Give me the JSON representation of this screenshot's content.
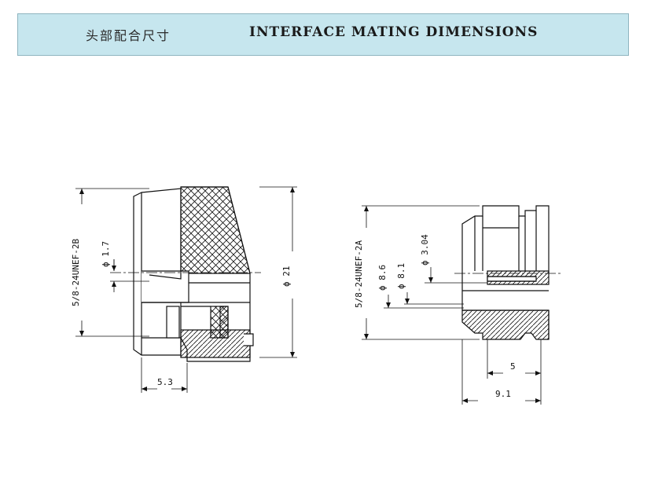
{
  "header": {
    "title_cn": "头部配合尺寸",
    "title_en": "INTERFACE MATING DIMENSIONS"
  },
  "left_view": {
    "thread": "5/8-24UNEF-2B",
    "d_small": "ϕ 1.7",
    "d_outer": "ϕ 21",
    "len": "5.3"
  },
  "right_view": {
    "thread": "5/8-24UNEF-2A",
    "d1": "ϕ 8.6",
    "d2": "ϕ 8.1",
    "d3": "ϕ 3.04",
    "len1": "5",
    "len2": "9.1"
  },
  "colors": {
    "header_bg": "#c6e6ee",
    "line": "#111111"
  }
}
